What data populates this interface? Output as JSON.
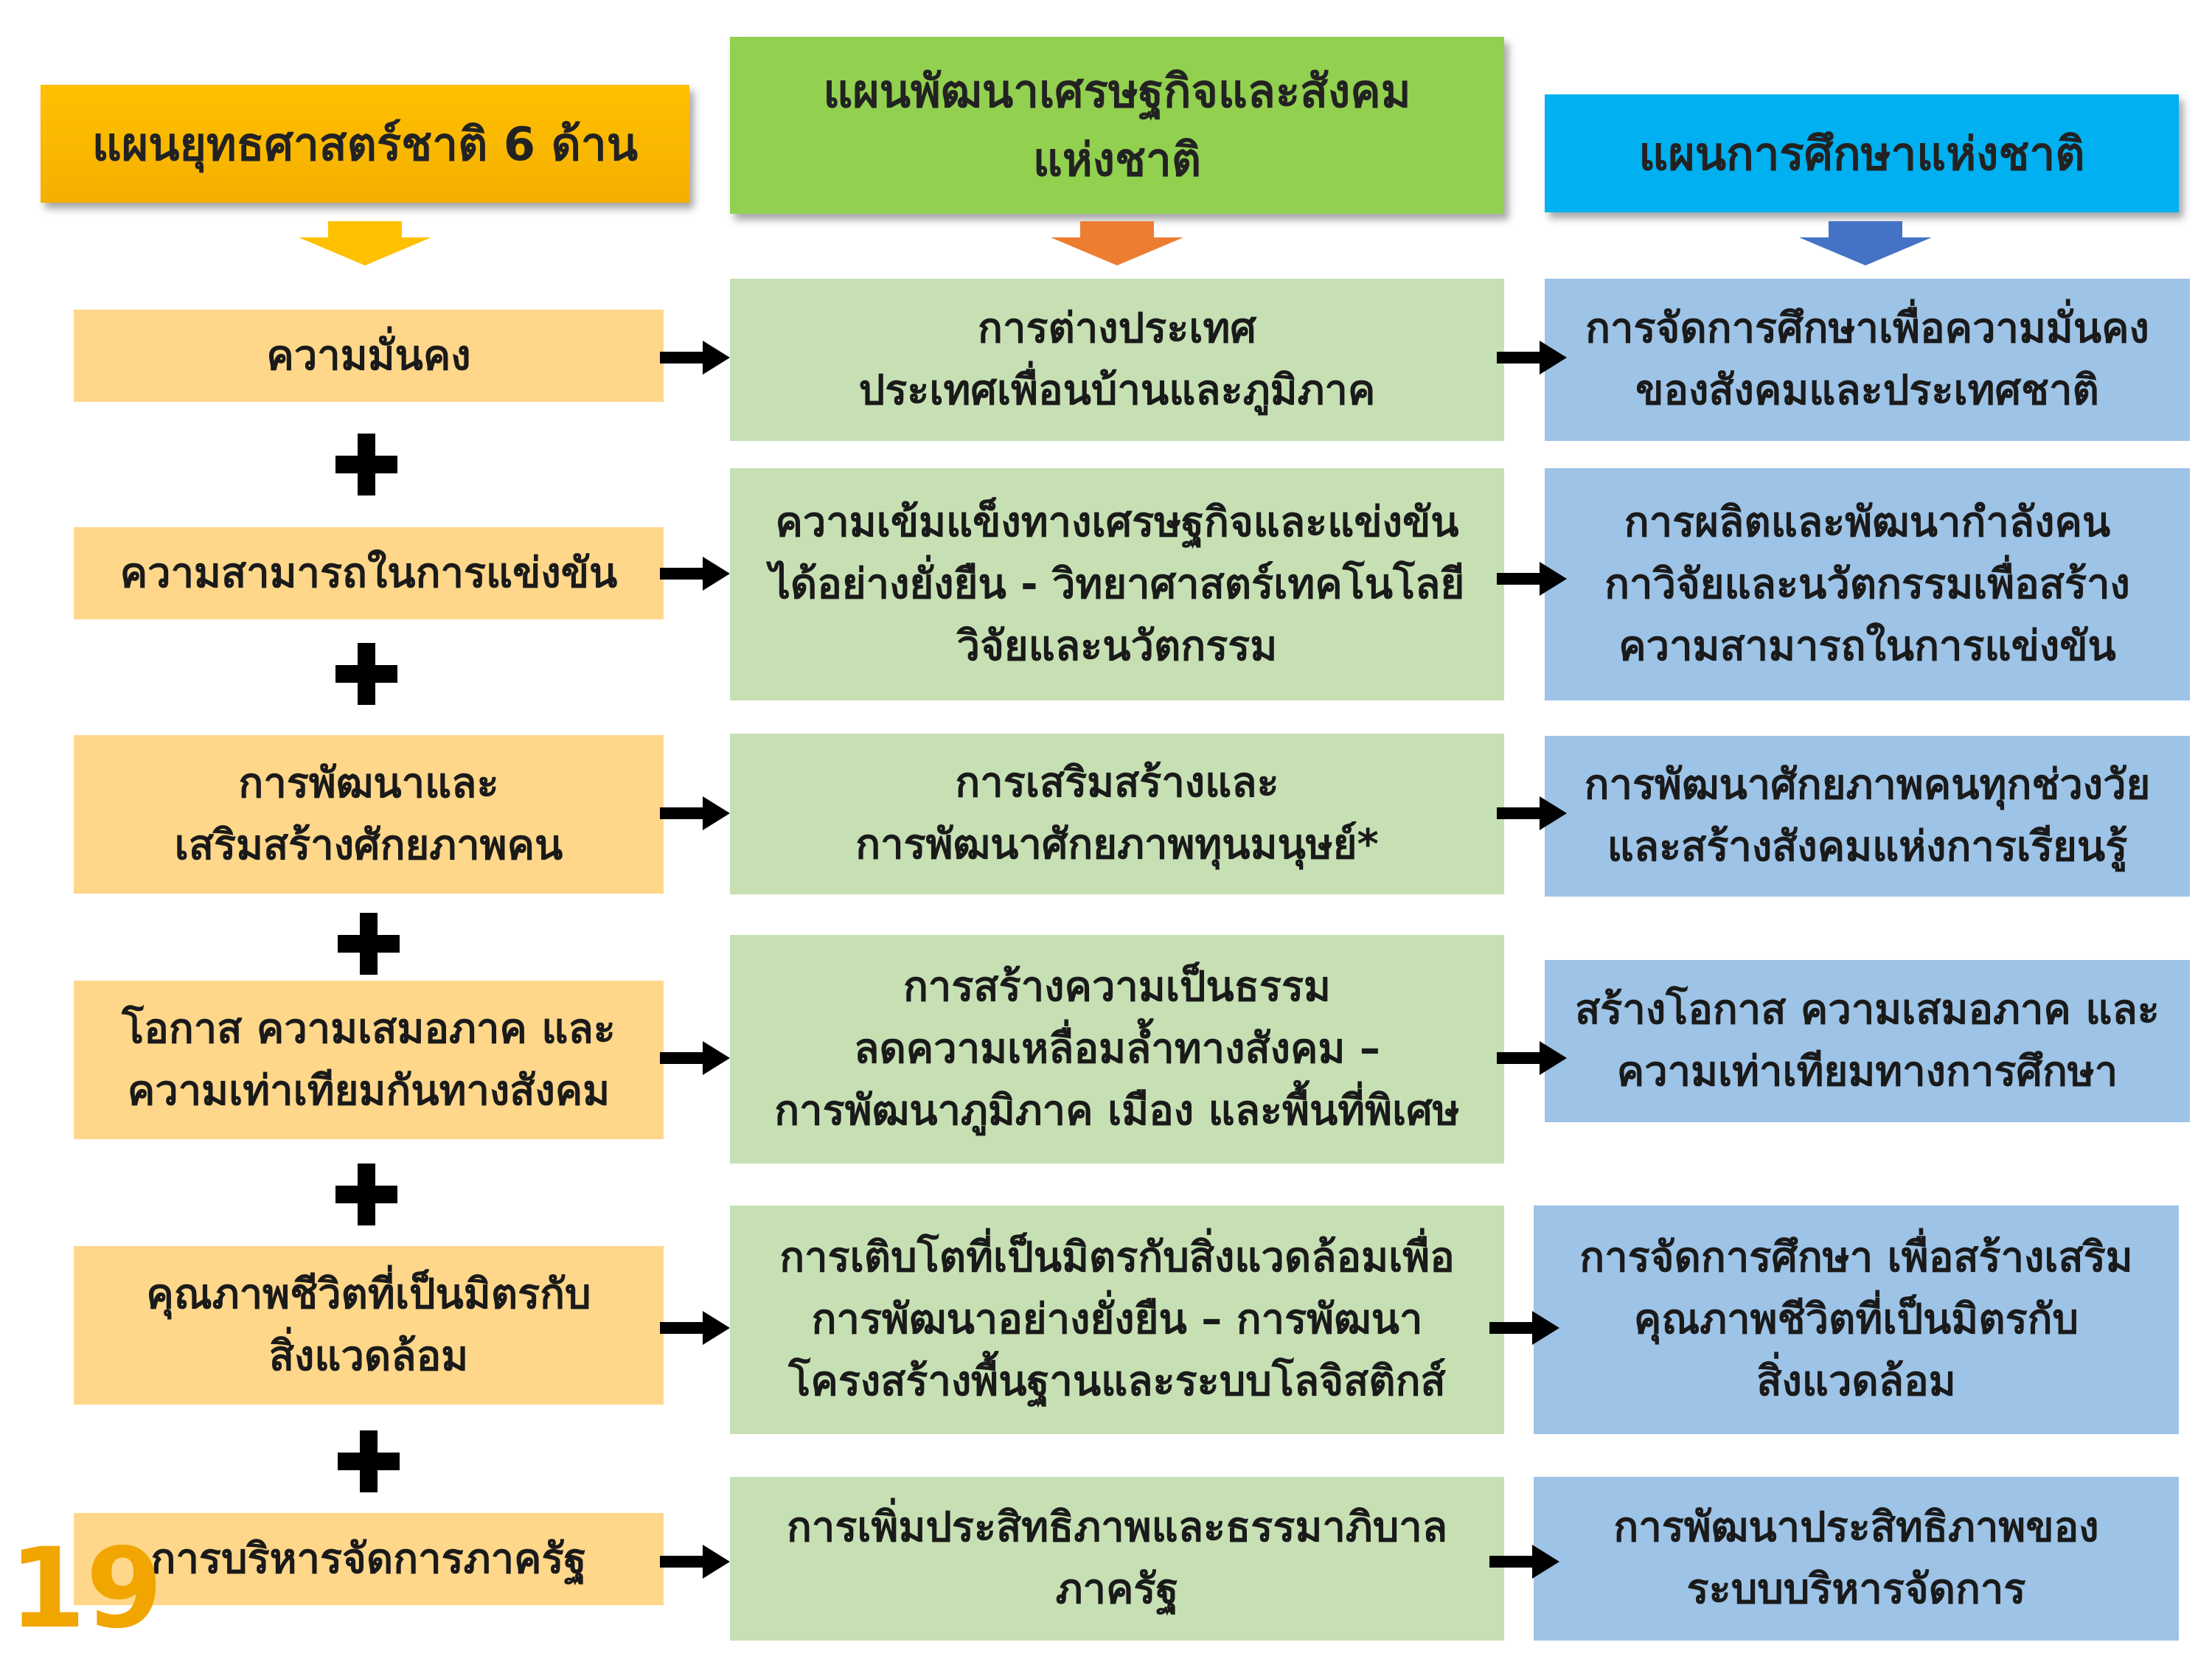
{
  "headers": {
    "col1": "แผนยุทธศาสตร์ชาติ 6 ด้าน",
    "col2": "แผนพัฒนาเศรษฐกิจและสังคม\nแห่งชาติ",
    "col3": "แผนการศึกษาแห่งชาติ"
  },
  "rows": [
    {
      "col1": "ความมั่นคง",
      "col2": "การต่างประเทศ\nประเทศเพื่อนบ้านและภูมิภาค",
      "col3": "การจัดการศึกษาเพื่อความมั่นคง\nของสังคมและประเทศชาติ"
    },
    {
      "col1": "ความสามารถในการแข่งขัน",
      "col2": "ความเข้มแข็งทางเศรษฐกิจและแข่งขัน\nได้อย่างยั่งยืน - วิทยาศาสตร์เทคโนโลยี\nวิจัยและนวัตกรรม",
      "col3": "การผลิตและพัฒนากำลังคน\nกาวิจัยและนวัตกรรมเพื่อสร้าง\nความสามารถในการแข่งขัน"
    },
    {
      "col1": "การพัฒนาและ\nเสริมสร้างศักยภาพคน",
      "col2": "การเสริมสร้างและ\nการพัฒนาศักยภาพทุนมนุษย์*",
      "col3": "การพัฒนาศักยภาพคนทุกช่วงวัย\nและสร้างสังคมแห่งการเรียนรู้"
    },
    {
      "col1": "โอกาส ความเสมอภาค และ\nความเท่าเทียมกันทางสังคม",
      "col2": "การสร้างความเป็นธรรม\nลดความเหลื่อมล้ำทางสังคม –\nการพัฒนาภูมิภาค เมือง และพื้นที่พิเศษ",
      "col3": "สร้างโอกาส ความเสมอภาค และ\nความเท่าเทียมทางการศึกษา"
    },
    {
      "col1": "คุณภาพชีวิตที่เป็นมิตรกับ\nสิ่งแวดล้อม",
      "col2": "การเติบโตที่เป็นมิตรกับสิ่งแวดล้อมเพื่อ\nการพัฒนาอย่างยั่งยืน – การพัฒนา\nโครงสร้างพื้นฐานและระบบโลจิสติกส์",
      "col3": "การจัดการศึกษา เพื่อสร้างเสริม\nคุณภาพชีวิตที่เป็นมิตรกับ\nสิ่งแวดล้อม"
    },
    {
      "col1": "การบริหารจัดการภาครัฐ",
      "col2": "การเพิ่มประสิทธิภาพและธรรมาภิบาล\nภาครัฐ",
      "col3": "การพัฒนาประสิทธิภาพของ\nระบบบริหารจัดการ"
    }
  ],
  "page_number": "19",
  "colors": {
    "col1_header": "#ffc000",
    "col2_header": "#92d050",
    "col3_header": "#00b0f0",
    "col1_cell": "#ffd78a",
    "col2_cell": "#c6e0b4",
    "col3_cell": "#9dc3e6",
    "arrow_col1": "#ffc000",
    "arrow_col2": "#ed7d31",
    "arrow_col3": "#4472c4",
    "page_number": "#f0a500"
  }
}
